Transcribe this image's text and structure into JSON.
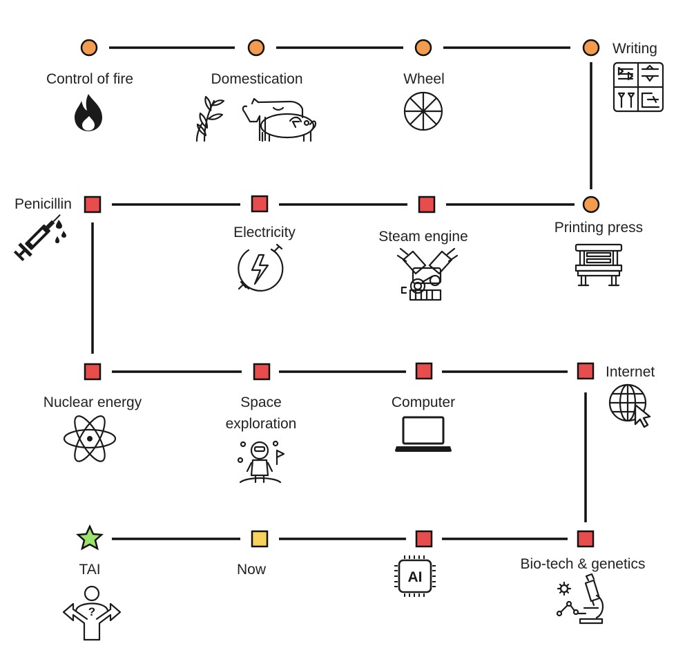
{
  "milestones": {
    "fire": "Control of fire",
    "domestication": "Domestication",
    "wheel": "Wheel",
    "writing": "Writing",
    "penicillin": "Penicillin",
    "electricity": "Electricity",
    "steam": "Steam engine",
    "printing": "Printing press",
    "nuclear": "Nuclear energy",
    "space_line1": "Space",
    "space_line2": "exploration",
    "computer": "Computer",
    "internet": "Internet",
    "tai": "TAI",
    "now": "Now",
    "biotech": "Bio-tech & genetics"
  },
  "ai_chip_text": "AI",
  "help_mark": "?",
  "colors": {
    "circle_node": "#f39c4f",
    "square_node": "#e84d4d",
    "now_node": "#f7d35c",
    "tai_star": "#9be36a",
    "line": "#111111"
  }
}
